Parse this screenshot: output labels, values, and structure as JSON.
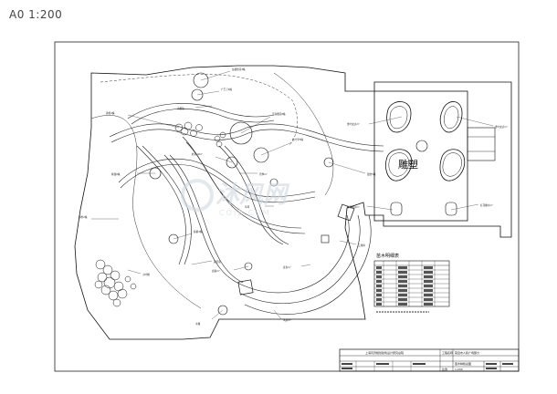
{
  "scale": "A0 1:200",
  "sculpture_label": "雕塑",
  "legend": {
    "title": "苗木明细表"
  },
  "title_block": {
    "institution": "上海同济规划建筑设计研究总院",
    "project_label": "工程名称",
    "project_name": "蒙自市人民广场部分",
    "drawing_name": "苗木种植总图",
    "scale_value": "1:200",
    "scale_label": "比例"
  },
  "watermark": {
    "main": "沐风网",
    "sub": "COI8.COM"
  }
}
